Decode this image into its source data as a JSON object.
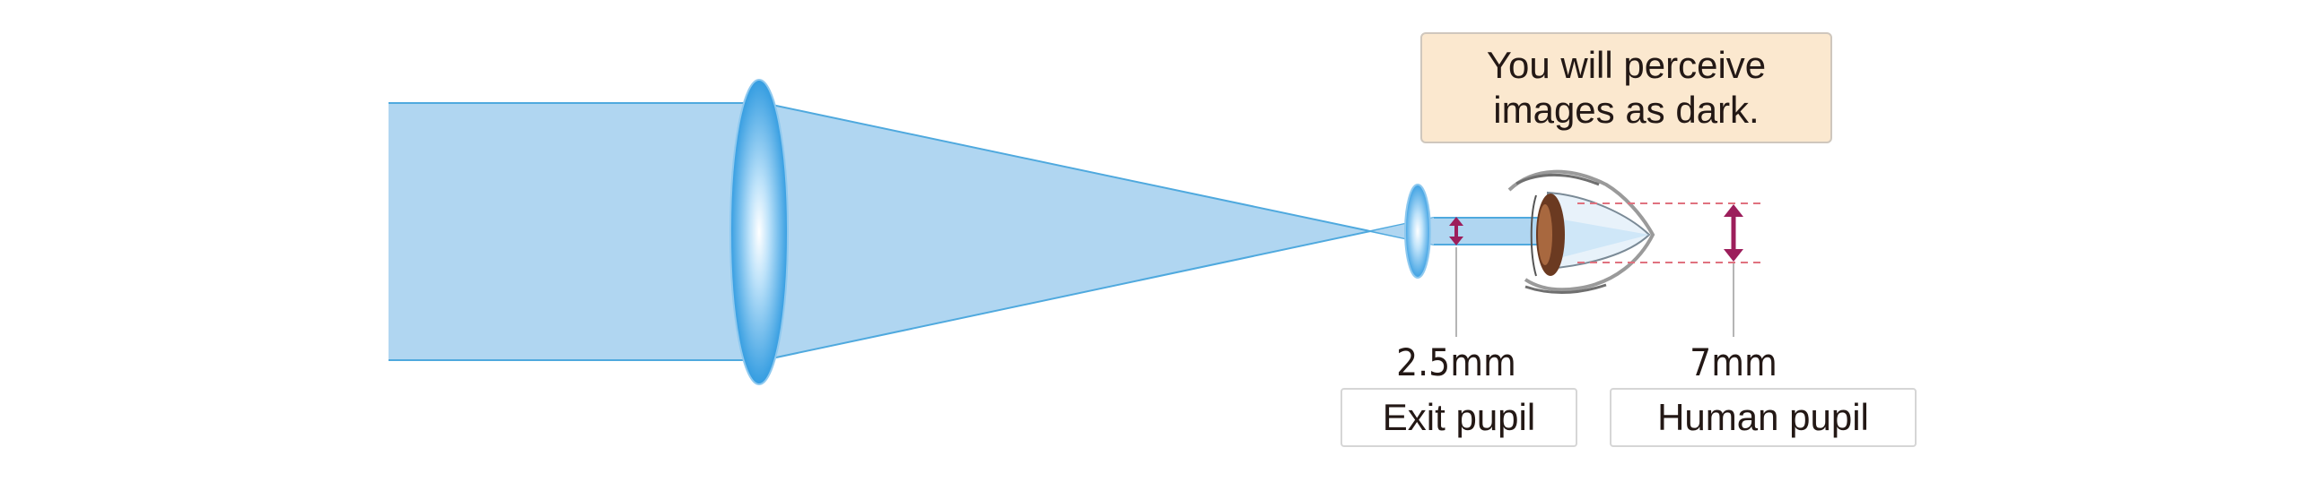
{
  "note": {
    "line1": "You will perceive",
    "line2": "images as dark."
  },
  "exit_pupil": {
    "value": "2.5mm",
    "label": "Exit pupil"
  },
  "human_pupil": {
    "value": "7mm",
    "label": "Human pupil"
  },
  "colors": {
    "beam": "#b0d6f1",
    "beam_edge": "#4fa9de",
    "lens": "#2f9be0",
    "arrow": "#9c1e5b",
    "guide": "#e0727f",
    "note_bg": "#fbe8cf"
  }
}
